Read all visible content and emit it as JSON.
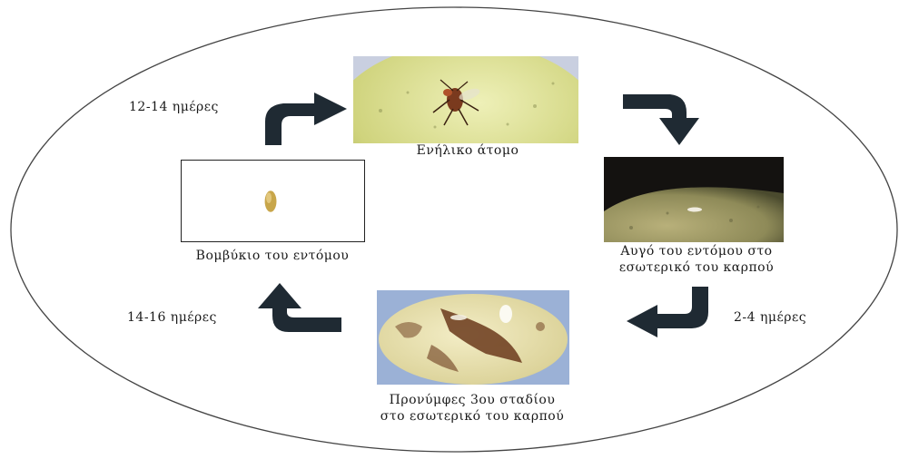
{
  "stages": {
    "adult": {
      "caption": "Ενήλικο άτομο"
    },
    "egg": {
      "caption_line1": "Αυγό του εντόμου στο",
      "caption_line2": "εσωτερικό του καρπού"
    },
    "larva": {
      "caption_line1": "Προνύμφες 3ου σταδίου",
      "caption_line2": "στο εσωτερικό του καρπού"
    },
    "pupa": {
      "caption": "Βομβύκιο του εντόμου"
    }
  },
  "durations": {
    "pupa_to_adult": "12-14 ημέρες",
    "egg_to_larva": "2-4 ημέρες",
    "larva_to_pupa": "14-16 ημέρες"
  },
  "colors": {
    "arrow": "#1f2a33",
    "ellipse": "#444444"
  }
}
